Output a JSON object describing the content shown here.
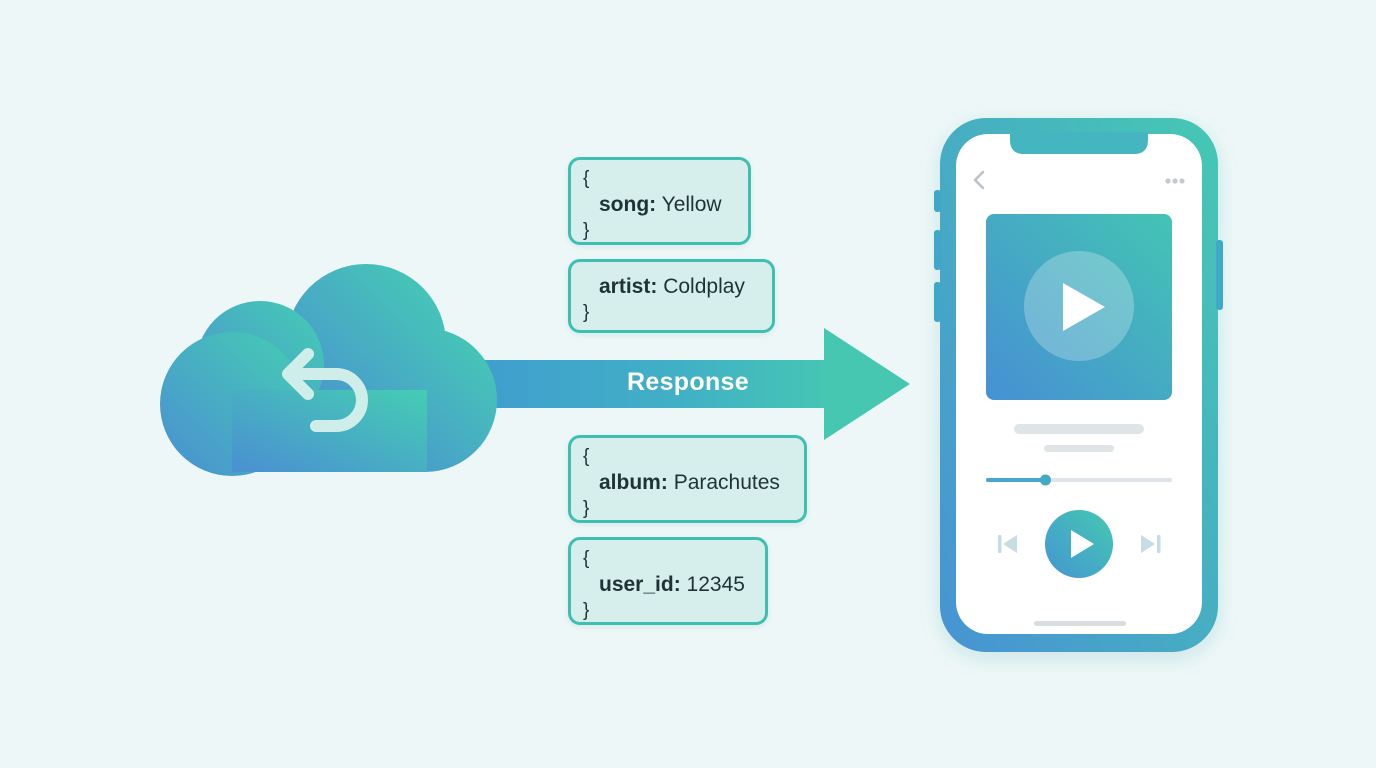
{
  "arrow": {
    "label": "Response"
  },
  "json_boxes": [
    {
      "open": "{",
      "key": "song:",
      "value": "Yellow",
      "close": "}"
    },
    {
      "key": "artist:",
      "value": "Coldplay",
      "close": "}"
    },
    {
      "open": "{",
      "key": "album:",
      "value": "Parachutes",
      "close": "}"
    },
    {
      "open": "{",
      "key": "user_id:",
      "value": "12345",
      "close": "}"
    }
  ],
  "icons": {
    "cloud": "cloud-icon",
    "return": "return-arrow-icon",
    "back": "chevron-left-icon",
    "more": "more-dots-icon",
    "play": "play-icon",
    "previous": "skip-previous-icon",
    "next": "skip-next-icon"
  },
  "player": {
    "progress": 0.32
  },
  "colors": {
    "background": "#eef7f7",
    "teal": "#3fc8b0",
    "blue": "#3f8fd0",
    "box_fill": "#d6efed",
    "box_border": "#3fbfb2"
  }
}
